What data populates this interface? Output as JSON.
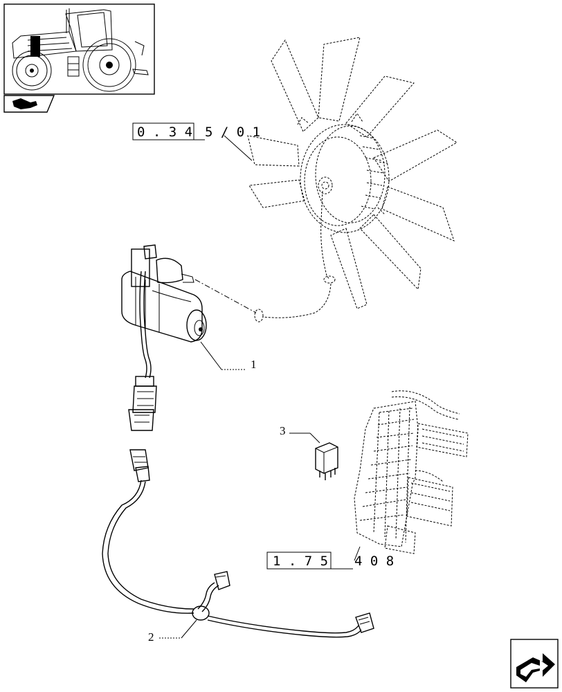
{
  "references": {
    "fan": {
      "box_text": "0 . 3 4",
      "suffix": "5 / 0 1"
    },
    "fuse_box": {
      "box_text": "1 . 7 5",
      "suffix": "4 0 8"
    }
  },
  "callouts": {
    "motor": "1",
    "harness": "2",
    "relay": "3"
  },
  "icons": {
    "top_left_nav": "pointing-hand-icon",
    "bottom_right_nav": "next-page-arrow-icon",
    "thumbnail": "tractor-thumbnail-icon"
  }
}
